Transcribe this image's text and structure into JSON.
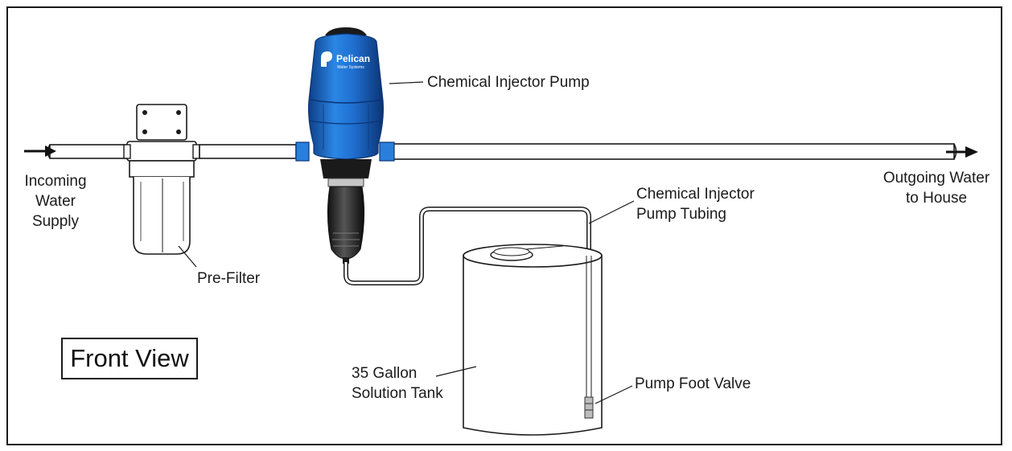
{
  "labels": {
    "incoming": [
      "Incoming",
      "Water",
      "Supply"
    ],
    "pre_filter": "Pre-Filter",
    "pump": "Chemical Injector Pump",
    "tubing": [
      "Chemical Injector",
      "Pump Tubing"
    ],
    "outgoing": [
      "Outgoing Water",
      "to House"
    ],
    "tank": [
      "35 Gallon",
      "Solution Tank"
    ],
    "foot_valve": "Pump Foot Valve",
    "view": "Front View"
  },
  "pump_brand": {
    "name": "Pelican",
    "tagline": "Water Systems"
  },
  "colors": {
    "pump_blue": "#1f6fd0",
    "pump_dark": "#1a1a1a",
    "outline": "#1a1a1a"
  }
}
